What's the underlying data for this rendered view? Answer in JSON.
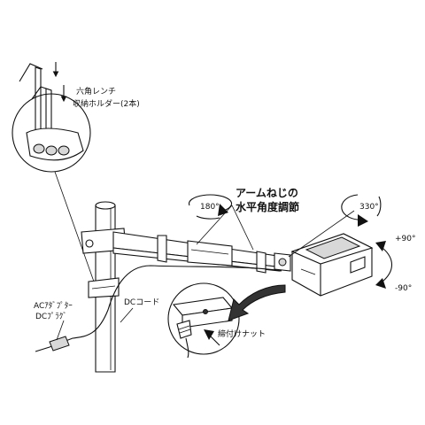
{
  "labels": {
    "hex_wrench": "六角レンチ",
    "holder": "収納ホルダー(2本)",
    "arm_screw_line1": "アームねじの",
    "arm_screw_line2": "水平角度調節",
    "rot_180": "180°",
    "rot_330": "330°",
    "tilt_up": "+90°",
    "tilt_down": "-90°",
    "ac_adapter_plug_line1": "ACｱﾀﾞﾌﾟﾀｰ",
    "ac_adapter_plug_line2": "DCﾌﾟﾗｸﾞ",
    "dc_cord": "DCコード",
    "tightening_nut": "締付けナット"
  }
}
